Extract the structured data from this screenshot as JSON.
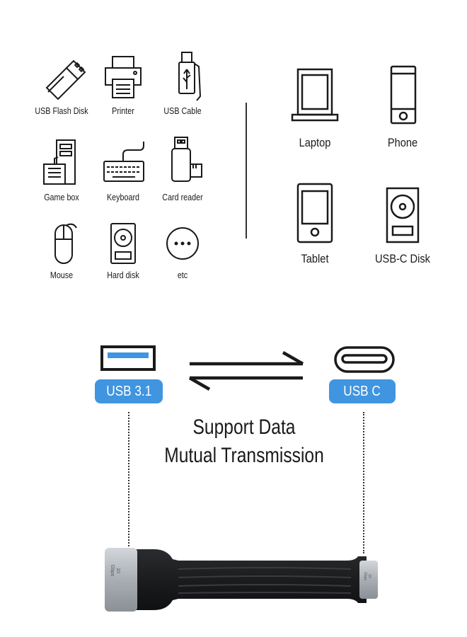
{
  "source_devices": [
    {
      "label": "USB Flash Disk",
      "icon": "usb-flash-disk-icon"
    },
    {
      "label": "Printer",
      "icon": "printer-icon"
    },
    {
      "label": "USB Cable",
      "icon": "usb-cable-icon"
    },
    {
      "label": "Game box",
      "icon": "game-box-icon"
    },
    {
      "label": "Keyboard",
      "icon": "keyboard-icon"
    },
    {
      "label": "Card reader",
      "icon": "card-reader-icon"
    },
    {
      "label": "Mouse",
      "icon": "mouse-icon"
    },
    {
      "label": "Hard disk",
      "icon": "hard-disk-icon"
    },
    {
      "label": "etc",
      "icon": "ellipsis-icon"
    }
  ],
  "target_devices": [
    {
      "label": "Laptop",
      "icon": "laptop-icon"
    },
    {
      "label": "Phone",
      "icon": "phone-icon"
    },
    {
      "label": "Tablet",
      "icon": "tablet-icon"
    },
    {
      "label": "USB-C Disk",
      "icon": "usb-c-disk-icon"
    }
  ],
  "ports": {
    "left_label": "USB 3.1",
    "right_label": "USB C"
  },
  "headline": {
    "line1": "Support Data",
    "line2": "Mutual Transmission"
  },
  "cable": {
    "left_plug_text_line1": "10",
    "left_plug_text_line2": "Gbps",
    "right_plug_text_line1": "10",
    "right_plug_text_line2": "Gbps"
  },
  "colors": {
    "accent_blue": "#3f95e0",
    "ink": "#1a1a1a",
    "plug_silver": "#a9aeb4",
    "cable_black": "#1b1c1e"
  }
}
